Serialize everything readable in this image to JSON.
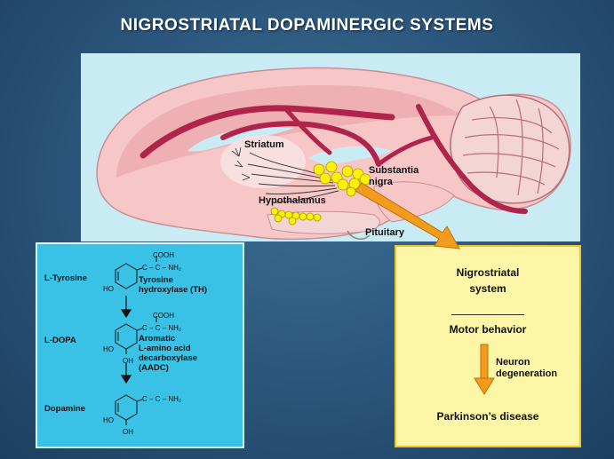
{
  "title": "NIGROSTRIATAL DOPAMINERGIC SYSTEMS",
  "brain": {
    "labels": {
      "striatum": "Striatum",
      "substantia_nigra_1": "Substantia",
      "substantia_nigra_2": "nigra",
      "hypothalamus": "Hypothalamus",
      "pituitary": "Pituitary"
    }
  },
  "chemistry": {
    "tyrosine": "L-Tyrosine",
    "ldopa": "L-DOPA",
    "dopamine": "Dopamine",
    "th_1": "Tyrosine",
    "th_2": "hydroxylase  (TH)",
    "aadc_1": "Aromatic",
    "aadc_2": "L-amino acid",
    "aadc_3": "decarboxylase",
    "aadc_4": "(AADC)",
    "cooh": "COOH",
    "chain": "C – C – NH₂",
    "ho": "HO",
    "oh": "OH"
  },
  "info": {
    "line1": "Nigrostriatal",
    "line2": "system",
    "motor": "Motor behavior",
    "neuron_1": "Neuron",
    "neuron_2": "degeneration",
    "disease": "Parkinson’s disease"
  },
  "colors": {
    "brain_bg": "#c9ecf4",
    "brain_tissue": "#f7c7c7",
    "dopamine_tract": "#b0234a",
    "nuclei": "#fff200",
    "arrow": "#f29b1e",
    "chem_bg": "#39c1e6",
    "info_bg": "#fdf6a6"
  }
}
